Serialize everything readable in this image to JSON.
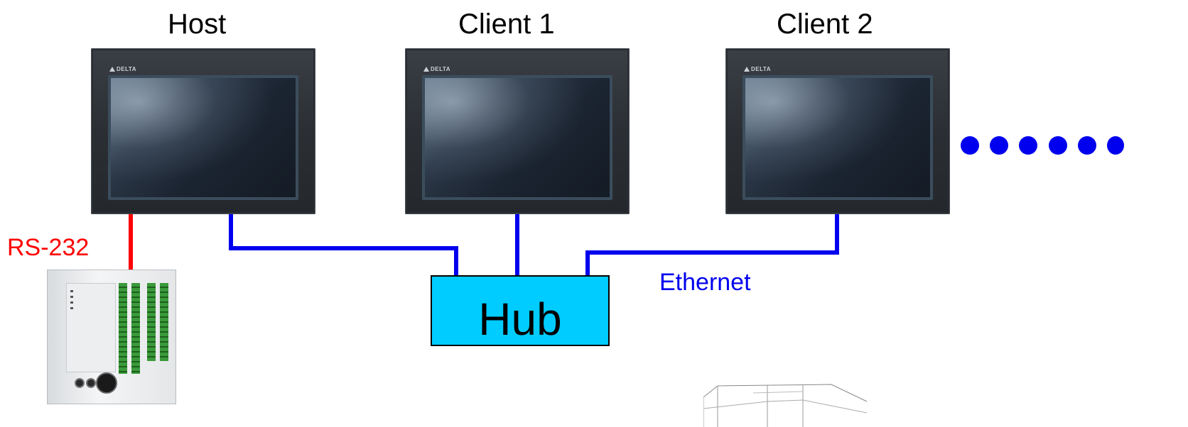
{
  "labels": {
    "host": "Host",
    "client1": "Client 1",
    "client2": "Client 2",
    "rs232": "RS-232",
    "ethernet": "Ethernet",
    "hub": "Hub"
  },
  "hmi_brand": "DELTA",
  "more_indicator": "••••••",
  "colors": {
    "ethernet_link": "#0000ee",
    "serial_link": "#ff0000",
    "hub_fill": "#00ccff",
    "hmi_body": "#2b2f34"
  },
  "icons": {
    "hmi": "hmi-touch-panel-icon",
    "plc": "plc-controller-icon",
    "hub": "network-hub-box",
    "building": "building-sketch-icon"
  }
}
